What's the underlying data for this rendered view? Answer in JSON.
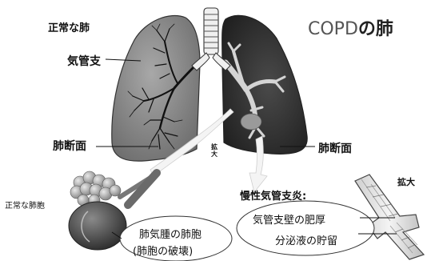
{
  "title": {
    "prefix": "COPD",
    "suffix": "の肺"
  },
  "labels": {
    "normal_lung": "正常な肺",
    "bronchus": "気管支",
    "lung_section_left": "肺断面",
    "lung_section_right": "肺断面",
    "dilation_center": "拡大",
    "dilation_right": "拡大",
    "normal_alveoli": "正常な肺胞",
    "chronic_bronchitis": "慢性気管支炎:",
    "wall_thickening": "気管支壁の肥厚",
    "secretion_retention": "分泌液の貯留",
    "emphysema_alveoli": "肺気腫の肺胞",
    "alveoli_destruction": "(肺胞の破壊)"
  }
}
